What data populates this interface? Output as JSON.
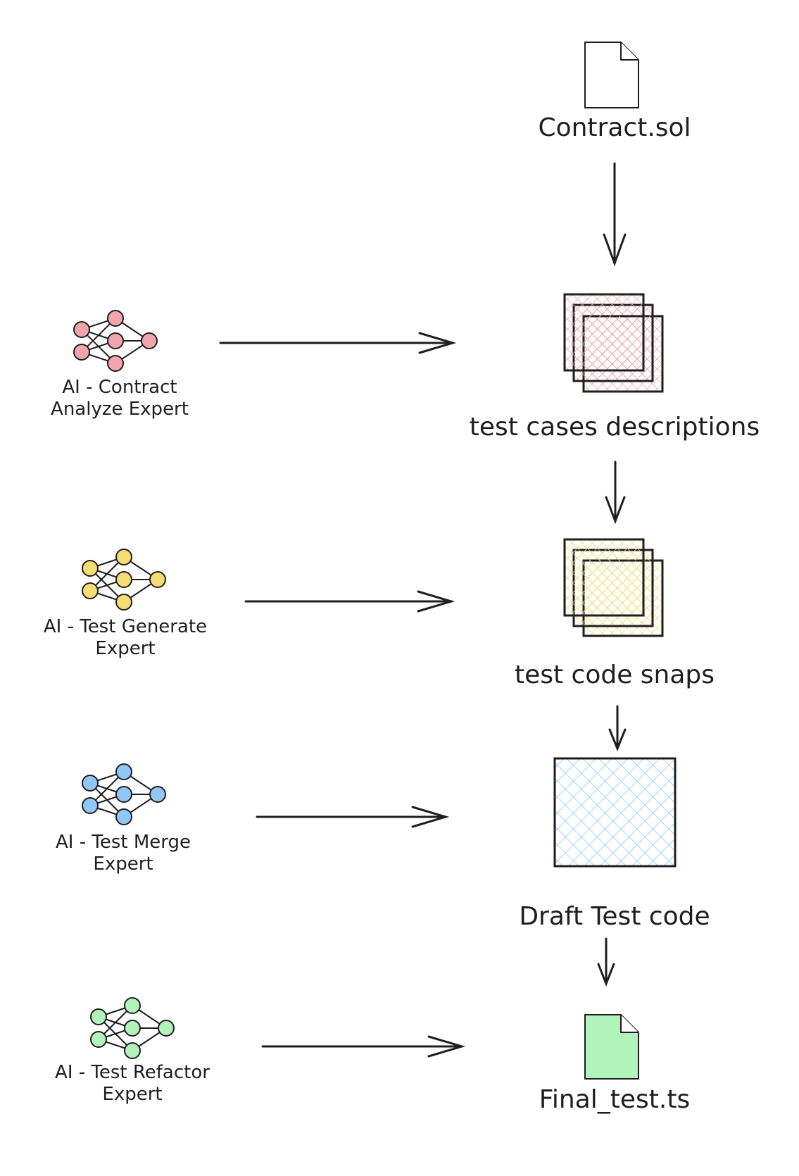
{
  "colors": {
    "stroke": "#1e1e1e",
    "pink": "#f2a5ad",
    "yellow": "#f5dc73",
    "blue": "#91c7f5",
    "green": "#b2f2bb"
  },
  "artifacts": {
    "contract": {
      "label": "Contract.sol",
      "icon": "document-icon"
    },
    "cases": {
      "label": "test cases descriptions",
      "icon": "stacked-pages-icon"
    },
    "snaps": {
      "label": "test code snaps",
      "icon": "stacked-pages-icon"
    },
    "draft": {
      "label": "Draft Test code",
      "icon": "hatched-square-icon"
    },
    "final": {
      "label": "Final_test.ts",
      "icon": "document-icon"
    }
  },
  "agents": [
    {
      "line1": "AI - Contract",
      "line2": "Analyze Expert",
      "icon": "neural-network-icon"
    },
    {
      "line1": "AI - Test Generate",
      "line2": "Expert",
      "icon": "neural-network-icon"
    },
    {
      "line1": "AI - Test Merge",
      "line2": "Expert",
      "icon": "neural-network-icon"
    },
    {
      "line1": "AI - Test Refactor",
      "line2": "Expert",
      "icon": "neural-network-icon"
    }
  ]
}
